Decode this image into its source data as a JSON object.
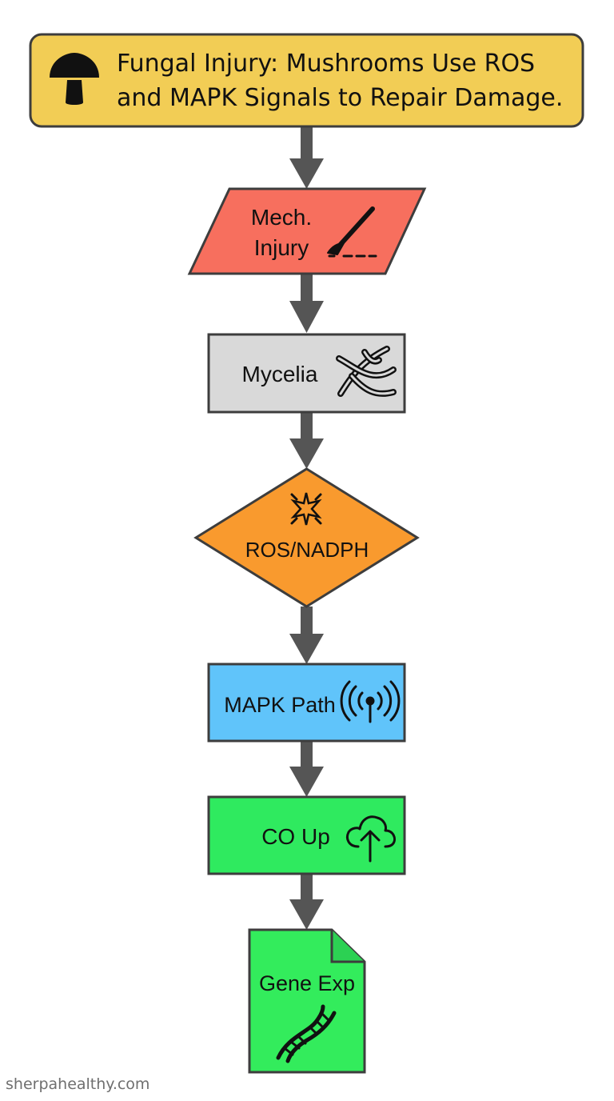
{
  "title": {
    "line1": "Fungal Injury: Mushrooms Use ROS",
    "line2": "and MAPK Signals to Repair Damage.",
    "icon": "mushroom-icon"
  },
  "nodes": [
    {
      "id": "mech-injury",
      "shape": "parallelogram",
      "line1": "Mech.",
      "line2": "Injury",
      "icon": "scalpel-icon"
    },
    {
      "id": "mycelia",
      "shape": "rectangle",
      "label": "Mycelia",
      "icon": "mycelia-icon"
    },
    {
      "id": "ros-nadph",
      "shape": "diamond",
      "label": "ROS/NADPH",
      "icon": "burst-icon"
    },
    {
      "id": "mapk-path",
      "shape": "rectangle",
      "label": "MAPK Path",
      "icon": "signal-antenna-icon"
    },
    {
      "id": "co-up",
      "shape": "rectangle",
      "label": "CO Up",
      "icon": "cloud-upload-icon"
    },
    {
      "id": "gene-exp",
      "shape": "document",
      "label": "Gene Exp",
      "icon": "dna-icon"
    }
  ],
  "colors": {
    "title_fill": "#F2CD55",
    "mech_fill": "#F76F5E",
    "mycelia_fill": "#D9D9D9",
    "ros_fill": "#F99A2E",
    "mapk_fill": "#60C4FA",
    "co_fill": "#2FEA5F",
    "gene_fill": "#33EC5C",
    "stroke": "#3d3d3d",
    "arrow": "#555555"
  },
  "watermark": "sherpahealthy.com"
}
